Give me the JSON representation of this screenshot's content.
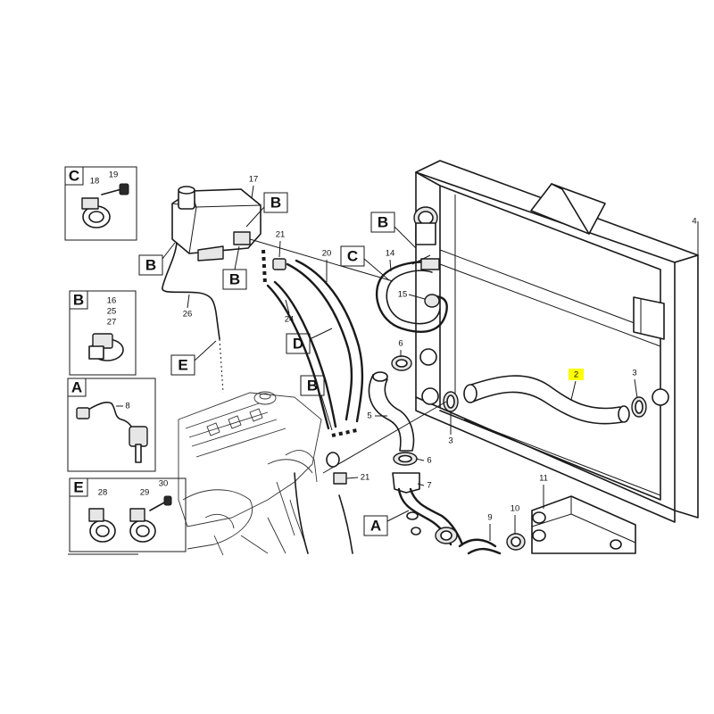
{
  "highlight_color": "#ffff00",
  "callouts": {
    "c2": "2",
    "c3a": "3",
    "c3b": "3",
    "c4": "4",
    "c5": "5",
    "c6a": "6",
    "c6b": "6",
    "c7": "7",
    "c8": "8",
    "c9": "9",
    "c10": "10",
    "c11": "11",
    "c14": "14",
    "c15": "15",
    "c17": "17",
    "c20": "20",
    "c21a": "21",
    "c21b": "21",
    "c24": "24",
    "c26": "26"
  },
  "detail_views": {
    "view_top": {
      "letter": "C",
      "parts": [
        "18",
        "19"
      ]
    },
    "view_second": {
      "letter": "B",
      "parts": [
        "16",
        "25",
        "27"
      ]
    },
    "view_third": {
      "letter": "A",
      "parts": [
        "8"
      ]
    },
    "view_fourth": {
      "letter": "E",
      "parts": [
        "28",
        "29",
        "30"
      ]
    }
  },
  "section_markers": {
    "m_b1": "B",
    "m_b2": "B",
    "m_b3": "B",
    "m_b4": "B",
    "m_b5": "B",
    "m_c": "C",
    "m_d": "D",
    "m_e": "E",
    "m_a": "A"
  }
}
